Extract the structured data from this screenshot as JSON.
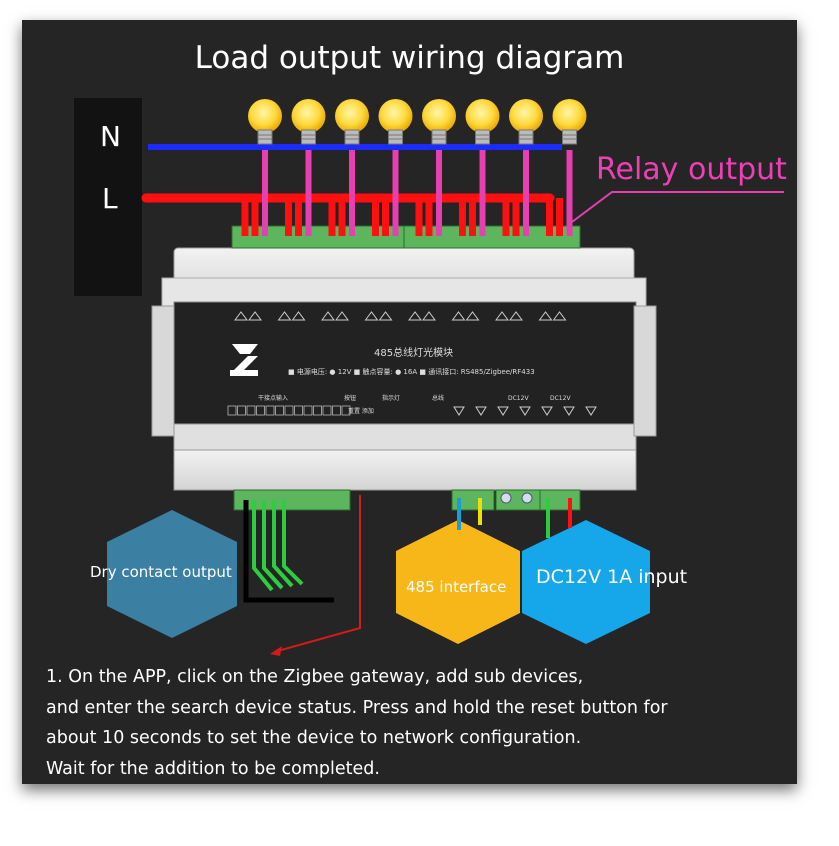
{
  "title": "Load output wiring diagram",
  "wires": {
    "neutral_label": "N",
    "live_label": "L"
  },
  "relay_label": "Relay output",
  "device": {
    "model": "485总线灯光模块",
    "spec_line": "■ 电源电压: ● 12V   ■ 触点容量: ● 16A   ■ 通讯接口: RS485/Zigbee/RF433",
    "dry_input_label": "干接点输入",
    "button_label": "按钮",
    "indicator_label": "指示灯",
    "bus_label": "总线",
    "dc_label_1": "DC12V",
    "dc_label_2": "DC12V",
    "reset_text": "重置 添加"
  },
  "hexagons": {
    "dry_contact": "Dry contact output",
    "rs485": "485 interface",
    "power": "DC12V 1A input"
  },
  "instructions": [
    "1. On the APP, click on the Zigbee gateway, add sub devices,",
    "and enter the search device status. Press and hold the reset button for",
    "about 10 seconds to set the device to network configuration.",
    "Wait for the addition to be completed."
  ],
  "colors": {
    "background": "#252525",
    "neutral_wire": "#1a2cff",
    "live_wire": "#ff1010",
    "relay_wire": "#e53fb0",
    "dry_wire": "#2ecc40",
    "hex_blue_grey": "#3b7fa3",
    "hex_yellow": "#f7b719",
    "hex_cyan": "#16a6ea"
  },
  "bulb_count": 8
}
